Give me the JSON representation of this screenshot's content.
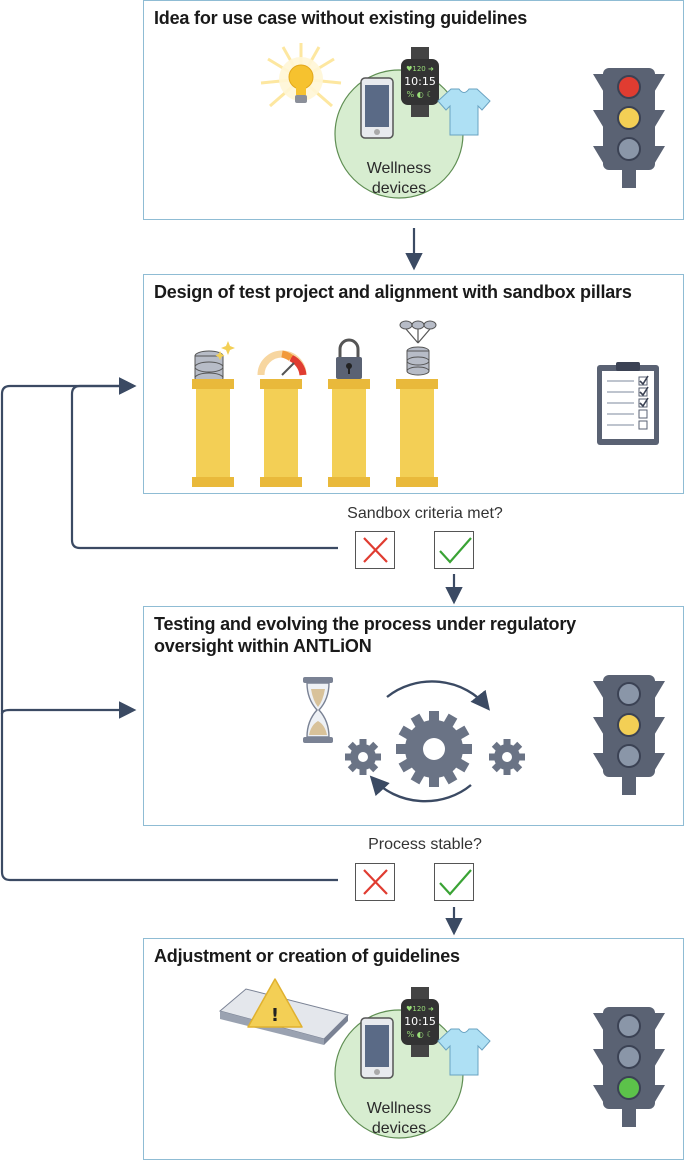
{
  "steps": [
    {
      "title": "Idea for use case without existing guidelines",
      "circle_label": "Wellness\ndevices",
      "traffic_light": "red-yellow"
    },
    {
      "title": "Design of test project and alignment with sandbox pillars"
    },
    {
      "title": "Testing and evolving the process under regulatory\noversight within ANTLiON",
      "traffic_light": "yellow"
    },
    {
      "title": "Adjustment or creation of guidelines",
      "circle_label": "Wellness\ndevices",
      "traffic_light": "green"
    }
  ],
  "decisions": [
    {
      "question": "Sandbox criteria met?"
    },
    {
      "question": "Process stable?"
    }
  ],
  "watch_text": {
    "line1": "♥120 ➜",
    "line2": "10:15",
    "line3": "% ◐ ☾"
  },
  "warning_glyph": "!",
  "colors": {
    "box_border": "#8fbcd4",
    "arrow": "#3b4a63",
    "light_red": "#e03c31",
    "light_yellow": "#f3cf55",
    "light_green": "#5cc24a",
    "light_off": "#8a96a8",
    "pillar": "#f3cf55",
    "circle_fill": "#d7edd0",
    "cross": "#e03c31",
    "check": "#3aa335"
  }
}
